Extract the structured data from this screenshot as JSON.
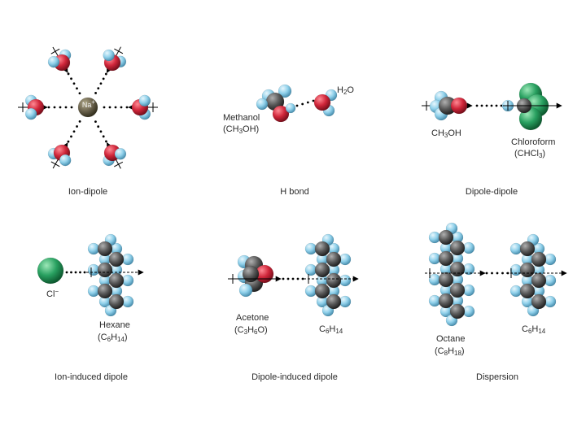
{
  "panels": {
    "ion_dipole": {
      "caption": "Ion-dipole",
      "ion_label": "Na",
      "ion_charge": "+"
    },
    "h_bond": {
      "caption": "H bond",
      "methanol_name": "Methanol",
      "methanol_formula": {
        "open": "(CH",
        "sub": "3",
        "close": "OH)"
      },
      "water_formula": {
        "h": "H",
        "sub": "2",
        "o": "O"
      }
    },
    "dipole_dipole": {
      "caption": "Dipole-dipole",
      "left_formula": {
        "a": "CH",
        "sub": "3",
        "b": "OH"
      },
      "right_name": "Chloroform",
      "right_formula": {
        "open": "(CHCl",
        "sub": "3",
        "close": ")"
      }
    },
    "ion_induced_dipole": {
      "caption": "Ion-induced dipole",
      "ion_label": "Cl",
      "ion_charge": "−",
      "right_name": "Hexane",
      "right_formula": {
        "open": "(C",
        "sub1": "6",
        "mid": "H",
        "sub2": "14",
        "close": ")"
      }
    },
    "dipole_induced_dipole": {
      "caption": "Dipole-induced dipole",
      "left_name": "Acetone",
      "left_formula": {
        "open": "(C",
        "sub1": "3",
        "mid1": "H",
        "sub2": "6",
        "mid2": "O)"
      },
      "right_formula": {
        "a": "C",
        "sub1": "6",
        "b": "H",
        "sub2": "14"
      }
    },
    "dispersion": {
      "caption": "Dispersion",
      "left_name": "Octane",
      "left_formula": {
        "open": "(C",
        "sub1": "8",
        "mid": "H",
        "sub2": "18",
        "close": ")"
      },
      "right_formula": {
        "a": "C",
        "sub1": "6",
        "b": "H",
        "sub2": "14"
      }
    }
  },
  "colors": {
    "oxygen": "#d0263a",
    "hydrogen": "#8fd0ea",
    "carbon": "#5a5a5a",
    "sodium": "#6e6650",
    "chlorine": "#28a060",
    "dipole_arrow": "#000000"
  }
}
